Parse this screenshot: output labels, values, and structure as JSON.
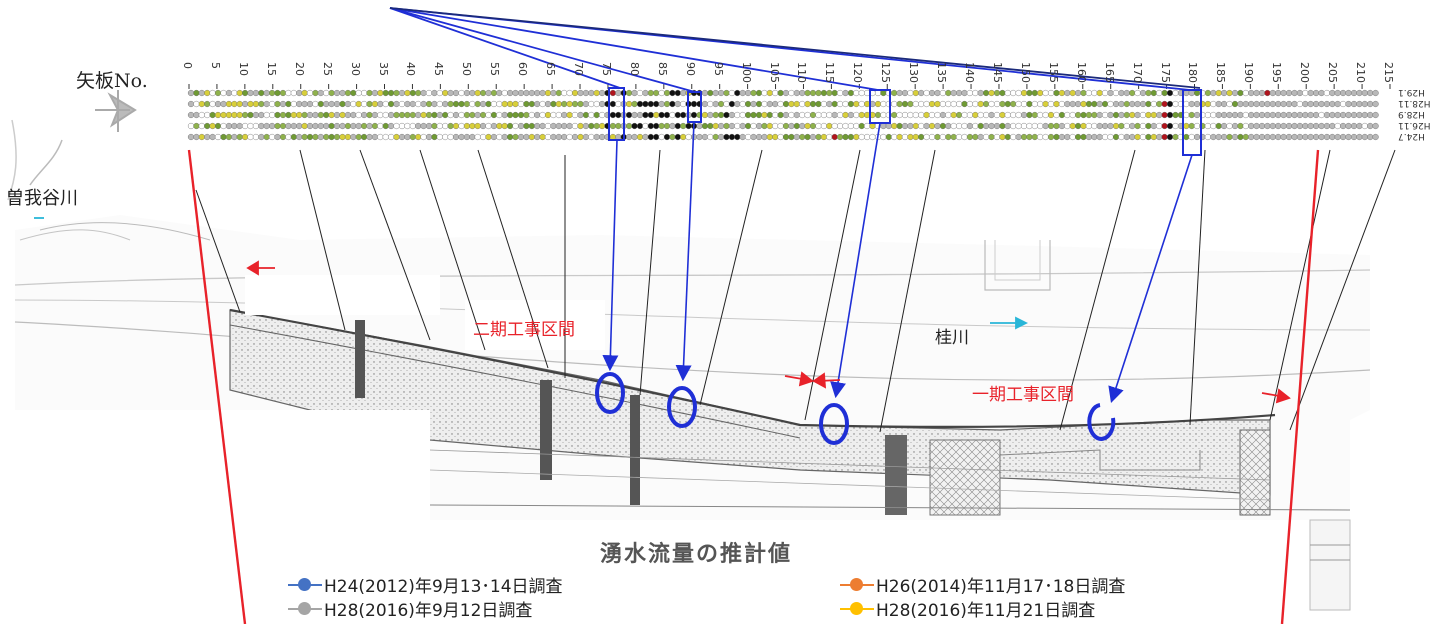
{
  "labels": {
    "pile_no": "矢板No.",
    "river_soga": "曽我谷川",
    "river_katsura": "桂川",
    "section_phase2": "二期工事区間",
    "section_phase1": "一期工事区間"
  },
  "scale": {
    "ticks": [
      "0",
      "5",
      "10",
      "15",
      "20",
      "25",
      "30",
      "35",
      "40",
      "45",
      "50",
      "55",
      "60",
      "65",
      "70",
      "75",
      "80",
      "85",
      "90",
      "95",
      "100",
      "105",
      "110",
      "115",
      "120",
      "125",
      "130",
      "135",
      "140",
      "145",
      "150",
      "155",
      "160",
      "165",
      "170",
      "175",
      "180",
      "185",
      "190",
      "195",
      "200",
      "205",
      "210",
      "215"
    ]
  },
  "survey_rows": [
    "H24.7",
    "H26.11",
    "H28.9",
    "H28.11",
    "H29.1"
  ],
  "legend": {
    "title": "湧水流量の推計値",
    "items": [
      {
        "label": "H24(2012)年9月13･14日調査",
        "color": "#4472c4"
      },
      {
        "label": "H26(2014)年11月17･18日調査",
        "color": "#ed7d31"
      },
      {
        "label": "H28(2016)年9月12日調査",
        "color": "#a5a5a5"
      },
      {
        "label": "H28(2016)年11月21日調査",
        "color": "#ffc000"
      }
    ]
  },
  "colors": {
    "annotation_blue": "#1f2fd6",
    "boundary_red": "#e8222a",
    "river_arrow": "#29b6d8"
  }
}
